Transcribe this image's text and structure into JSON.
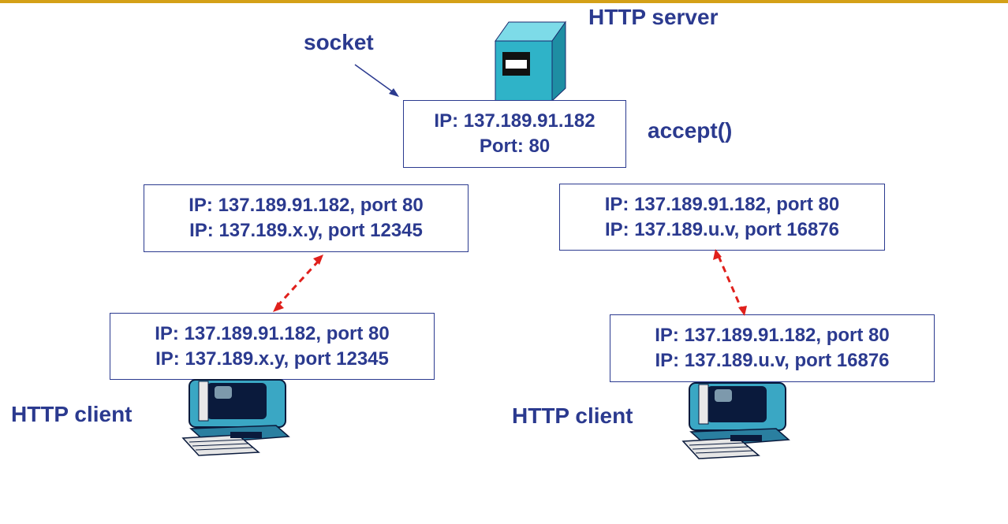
{
  "server": {
    "title": "HTTP server",
    "socket_label": "socket",
    "accept_label": "accept()",
    "box": {
      "line1": "IP: 137.189.91.182",
      "line2": "Port: 80"
    }
  },
  "connections": {
    "left_server": {
      "line1": "IP: 137.189.91.182, port 80",
      "line2": "IP: 137.189.x.y, port 12345"
    },
    "right_server": {
      "line1": "IP: 137.189.91.182, port 80",
      "line2": "IP: 137.189.u.v, port 16876"
    },
    "left_client": {
      "line1": "IP: 137.189.91.182, port 80",
      "line2": "IP: 137.189.x.y, port 12345"
    },
    "right_client": {
      "line1": "IP: 137.189.91.182, port 80",
      "line2": "IP: 137.189.u.v, port 16876"
    }
  },
  "clients": {
    "left_label": "HTTP client",
    "right_label": "HTTP client"
  },
  "colors": {
    "text": "#2b3a8f",
    "arrow": "#e0201c",
    "server": "#2fb3c8",
    "top_bar": "#d4a017"
  },
  "icons": [
    "server-icon",
    "computer-icon"
  ]
}
